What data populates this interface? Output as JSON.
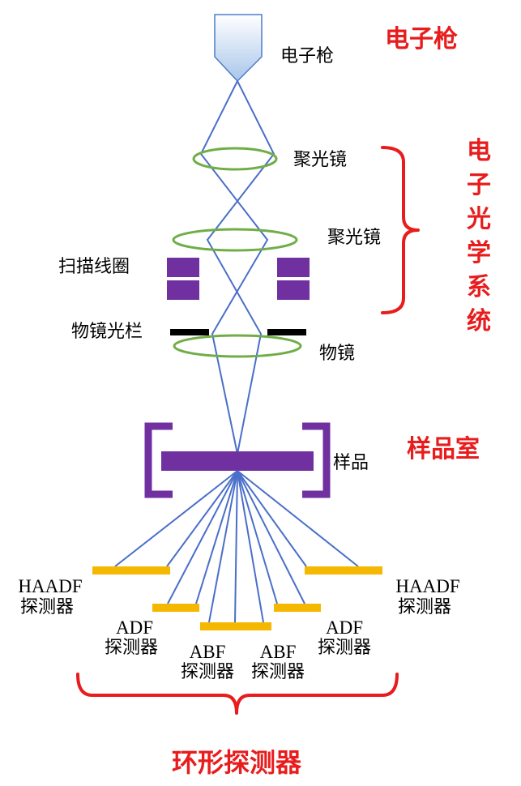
{
  "colors": {
    "beam": "#4a6fc9",
    "lens": "#70ad47",
    "coil": "#7030a0",
    "detector": "#f5b800",
    "gun_fill_top": "#ffffff",
    "gun_fill_bottom": "#a9c6ea",
    "gun_stroke": "#4a7ec8",
    "aperture": "#000000",
    "group_label": "#e81c1c"
  },
  "labels": {
    "gun": "电子枪",
    "condenser1": "聚光镜",
    "condenser2": "聚光镜",
    "scan_coils": "扫描线圈",
    "objective_aperture": "物镜光栏",
    "objective": "物镜",
    "sample": "样品"
  },
  "groups": {
    "gun": "电子枪",
    "optics_chars": [
      "电",
      "子",
      "光",
      "学",
      "系",
      "统"
    ],
    "chamber": "样品室",
    "annular": "环形探测器"
  },
  "detectors": {
    "haadf_left": [
      "HAADF",
      "探测器"
    ],
    "haadf_right": [
      "HAADF",
      "探测器"
    ],
    "adf_left": [
      "ADF",
      "探测器"
    ],
    "adf_right": [
      "ADF",
      "探测器"
    ],
    "abf_left": [
      "ABF",
      "探测器"
    ],
    "abf_right": [
      "ABF",
      "探测器"
    ]
  }
}
